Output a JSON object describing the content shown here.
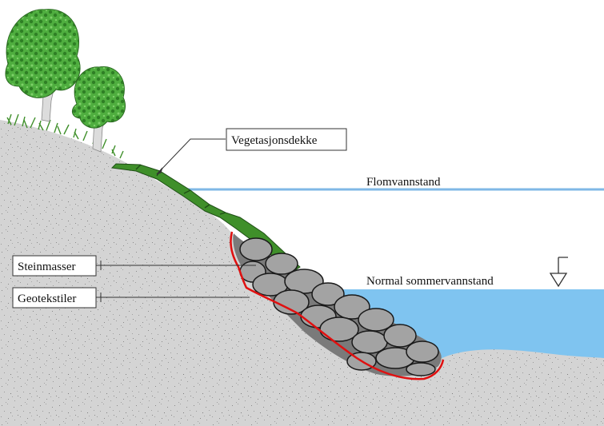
{
  "labels": {
    "vegetation": "Vegetasjonsdekke",
    "stone": "Steinmasser",
    "geotextile": "Geotekstiler",
    "flood_level": "Flomvannstand",
    "summer_level": "Normal sommervannstand"
  },
  "icons": {
    "water_level_marker": "down-triangle-icon",
    "tree": "tree-icon"
  },
  "colors": {
    "ground": "#d4d4d4",
    "ground_speckle": "#9a9a9a",
    "vegetation": "#3f8f2a",
    "water": "#7fc4f0",
    "flood_line": "#7fb8e6",
    "rock_fill": "#9a9a9a",
    "geotextile": "#e01010",
    "foliage": "#3aa03a"
  }
}
